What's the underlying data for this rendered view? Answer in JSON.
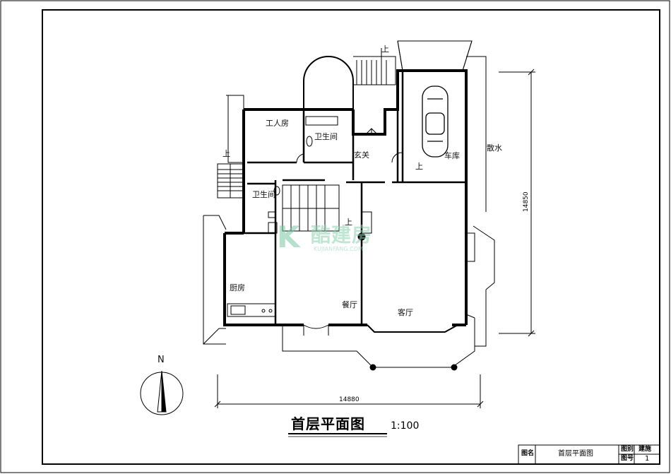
{
  "rooms": {
    "servant": "工人房",
    "bath_upper": "卫生间",
    "bath_lower": "卫生间",
    "foyer": "玄关",
    "garage": "车库",
    "kitchen": "厨房",
    "dining": "餐厅",
    "living": "客厅"
  },
  "annotations": {
    "drainage": "散水",
    "up_1": "上",
    "up_2": "上",
    "up_3": "上",
    "up_4": "上",
    "north": "N"
  },
  "dimensions": {
    "width": "14880",
    "height": "14850"
  },
  "title": {
    "name": "首层平面图",
    "scale": "1:100"
  },
  "title_block": {
    "label_name": "图名",
    "value_name": "首层平面图",
    "label_category": "图别",
    "value_category": "建施",
    "label_number": "图号",
    "value_number": "1"
  },
  "watermark": {
    "logo": "K",
    "brand": "酷建房",
    "url": "KUJIANFANG.COM"
  },
  "colors": {
    "line": "#000000",
    "watermark": "#7cc6a4"
  }
}
